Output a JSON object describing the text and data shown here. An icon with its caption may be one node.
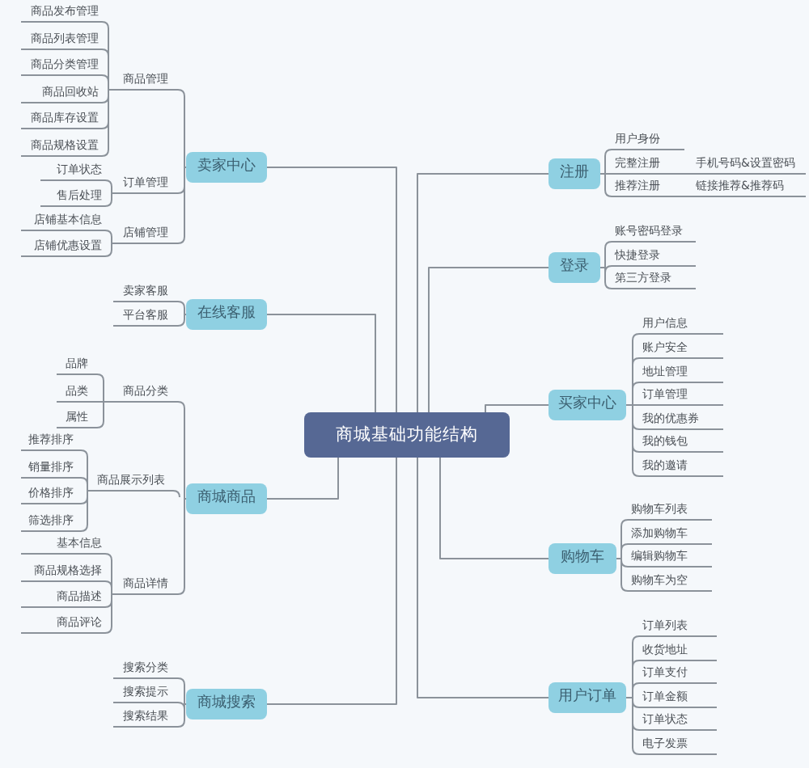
{
  "diagram": {
    "nodes": [
      {
        "text": [
          "商城基础功能结构"
        ]
      },
      {
        "text": [
          "卖家中心"
        ]
      },
      {
        "text": [
          "商品管理"
        ]
      },
      {
        "text": [
          "商品发布管理"
        ]
      },
      {
        "text": [
          "商品列表管理"
        ]
      },
      {
        "text": [
          "商品分类管理"
        ]
      },
      {
        "text": [
          "商品回收站"
        ]
      },
      {
        "text": [
          "商品库存设置"
        ]
      },
      {
        "text": [
          "商品规格设置"
        ]
      },
      {
        "text": [
          "订单管理"
        ]
      },
      {
        "text": [
          "订单状态"
        ]
      },
      {
        "text": [
          "售后处理"
        ]
      },
      {
        "text": [
          "店铺管理"
        ]
      },
      {
        "text": [
          "店铺基本信息"
        ]
      },
      {
        "text": [
          "店铺优惠设置"
        ]
      },
      {
        "text": [
          "在线客服"
        ]
      },
      {
        "text": [
          "卖家客服"
        ]
      },
      {
        "text": [
          "平台客服"
        ]
      },
      {
        "text": [
          "商城商品"
        ]
      },
      {
        "text": [
          "商品分类"
        ]
      },
      {
        "text": [
          "品牌"
        ]
      },
      {
        "text": [
          "品类"
        ]
      },
      {
        "text": [
          "属性"
        ]
      },
      {
        "text": [
          "商品展示列表"
        ]
      },
      {
        "text": [
          "推荐排序"
        ]
      },
      {
        "text": [
          "销量排序"
        ]
      },
      {
        "text": [
          "价格排序"
        ]
      },
      {
        "text": [
          "筛选排序"
        ]
      },
      {
        "text": [
          "商品详情"
        ]
      },
      {
        "text": [
          "基本信息"
        ]
      },
      {
        "text": [
          "商品规格选择"
        ]
      },
      {
        "text": [
          "商品描述"
        ]
      },
      {
        "text": [
          "商品评论"
        ]
      },
      {
        "text": [
          "商城搜索"
        ]
      },
      {
        "text": [
          "搜索分类"
        ]
      },
      {
        "text": [
          "搜索提示"
        ]
      },
      {
        "text": [
          "搜索结果"
        ]
      },
      {
        "text": [
          "注册"
        ]
      },
      {
        "text": [
          "用户身份"
        ]
      },
      {
        "text": [
          "完整注册"
        ]
      },
      {
        "text": [
          "手机号码&设置密码"
        ]
      },
      {
        "text": [
          "推荐注册"
        ]
      },
      {
        "text": [
          "链接推荐&推荐码"
        ]
      },
      {
        "text": [
          "登录"
        ]
      },
      {
        "text": [
          "账号密码登录"
        ]
      },
      {
        "text": [
          "快捷登录"
        ]
      },
      {
        "text": [
          "第三方登录"
        ]
      },
      {
        "text": [
          "买家中心"
        ]
      },
      {
        "text": [
          "用户信息"
        ]
      },
      {
        "text": [
          "账户安全"
        ]
      },
      {
        "text": [
          "地址管理"
        ]
      },
      {
        "text": [
          "订单管理"
        ]
      },
      {
        "text": [
          "我的优惠券"
        ]
      },
      {
        "text": [
          "我的钱包"
        ]
      },
      {
        "text": [
          "我的邀请"
        ]
      },
      {
        "text": [
          "购物车"
        ]
      },
      {
        "text": [
          "购物车列表"
        ]
      },
      {
        "text": [
          "添加购物车"
        ]
      },
      {
        "text": [
          "编辑购物车"
        ]
      },
      {
        "text": [
          "购物车为空"
        ]
      },
      {
        "text": [
          "用户订单"
        ]
      },
      {
        "text": [
          "订单列表"
        ]
      },
      {
        "text": [
          "收货地址"
        ]
      },
      {
        "text": [
          "订单支付"
        ]
      },
      {
        "text": [
          "订单金额"
        ]
      },
      {
        "text": [
          "订单状态"
        ]
      },
      {
        "text": [
          "电子发票"
        ]
      }
    ],
    "edges": [
      {
        "from": 0,
        "to": 1,
        "arrow": "none"
      },
      {
        "from": 1,
        "to": 2,
        "arrow": "none"
      },
      {
        "from": 2,
        "to": 3,
        "arrow": "none"
      },
      {
        "from": 2,
        "to": 4,
        "arrow": "none"
      },
      {
        "from": 2,
        "to": 5,
        "arrow": "none"
      },
      {
        "from": 2,
        "to": 6,
        "arrow": "none"
      },
      {
        "from": 2,
        "to": 7,
        "arrow": "none"
      },
      {
        "from": 2,
        "to": 8,
        "arrow": "none"
      },
      {
        "from": 1,
        "to": 9,
        "arrow": "none"
      },
      {
        "from": 9,
        "to": 10,
        "arrow": "none"
      },
      {
        "from": 9,
        "to": 11,
        "arrow": "none"
      },
      {
        "from": 1,
        "to": 12,
        "arrow": "none"
      },
      {
        "from": 12,
        "to": 13,
        "arrow": "none"
      },
      {
        "from": 12,
        "to": 14,
        "arrow": "none"
      },
      {
        "from": 0,
        "to": 15,
        "arrow": "none"
      },
      {
        "from": 15,
        "to": 16,
        "arrow": "none"
      },
      {
        "from": 15,
        "to": 17,
        "arrow": "none"
      },
      {
        "from": 0,
        "to": 18,
        "arrow": "none"
      },
      {
        "from": 18,
        "to": 19,
        "arrow": "none"
      },
      {
        "from": 19,
        "to": 20,
        "arrow": "none"
      },
      {
        "from": 19,
        "to": 21,
        "arrow": "none"
      },
      {
        "from": 19,
        "to": 22,
        "arrow": "none"
      },
      {
        "from": 18,
        "to": 23,
        "arrow": "none"
      },
      {
        "from": 23,
        "to": 24,
        "arrow": "none"
      },
      {
        "from": 23,
        "to": 25,
        "arrow": "none"
      },
      {
        "from": 23,
        "to": 26,
        "arrow": "none"
      },
      {
        "from": 23,
        "to": 27,
        "arrow": "none"
      },
      {
        "from": 18,
        "to": 28,
        "arrow": "none"
      },
      {
        "from": 28,
        "to": 29,
        "arrow": "none"
      },
      {
        "from": 28,
        "to": 30,
        "arrow": "none"
      },
      {
        "from": 28,
        "to": 31,
        "arrow": "none"
      },
      {
        "from": 28,
        "to": 32,
        "arrow": "none"
      },
      {
        "from": 0,
        "to": 33,
        "arrow": "none"
      },
      {
        "from": 33,
        "to": 34,
        "arrow": "none"
      },
      {
        "from": 33,
        "to": 35,
        "arrow": "none"
      },
      {
        "from": 33,
        "to": 36,
        "arrow": "none"
      },
      {
        "from": 0,
        "to": 37,
        "arrow": "none"
      },
      {
        "from": 37,
        "to": 38,
        "arrow": "none"
      },
      {
        "from": 37,
        "to": 39,
        "arrow": "none"
      },
      {
        "from": 39,
        "to": 40,
        "arrow": "none"
      },
      {
        "from": 37,
        "to": 41,
        "arrow": "none"
      },
      {
        "from": 41,
        "to": 42,
        "arrow": "none"
      },
      {
        "from": 0,
        "to": 43,
        "arrow": "none"
      },
      {
        "from": 43,
        "to": 44,
        "arrow": "none"
      },
      {
        "from": 43,
        "to": 45,
        "arrow": "none"
      },
      {
        "from": 43,
        "to": 46,
        "arrow": "none"
      },
      {
        "from": 0,
        "to": 47,
        "arrow": "none"
      },
      {
        "from": 47,
        "to": 48,
        "arrow": "none"
      },
      {
        "from": 47,
        "to": 49,
        "arrow": "none"
      },
      {
        "from": 47,
        "to": 50,
        "arrow": "none"
      },
      {
        "from": 47,
        "to": 51,
        "arrow": "none"
      },
      {
        "from": 47,
        "to": 52,
        "arrow": "none"
      },
      {
        "from": 47,
        "to": 53,
        "arrow": "none"
      },
      {
        "from": 47,
        "to": 54,
        "arrow": "none"
      },
      {
        "from": 0,
        "to": 55,
        "arrow": "none"
      },
      {
        "from": 55,
        "to": 56,
        "arrow": "none"
      },
      {
        "from": 55,
        "to": 57,
        "arrow": "none"
      },
      {
        "from": 55,
        "to": 58,
        "arrow": "none"
      },
      {
        "from": 55,
        "to": 59,
        "arrow": "none"
      },
      {
        "from": 0,
        "to": 60,
        "arrow": "none"
      },
      {
        "from": 60,
        "to": 61,
        "arrow": "none"
      },
      {
        "from": 60,
        "to": 62,
        "arrow": "none"
      },
      {
        "from": 60,
        "to": 63,
        "arrow": "none"
      },
      {
        "from": 60,
        "to": 64,
        "arrow": "none"
      },
      {
        "from": 60,
        "to": 65,
        "arrow": "none"
      },
      {
        "from": 60,
        "to": 66,
        "arrow": "none"
      }
    ]
  }
}
